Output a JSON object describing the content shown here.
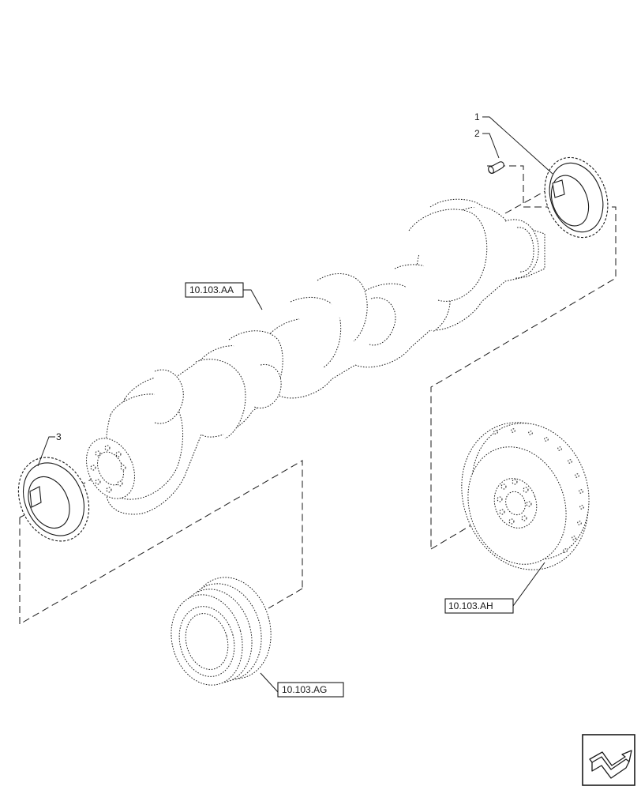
{
  "callouts": [
    {
      "id": "1",
      "text": "1"
    },
    {
      "id": "2",
      "text": "2"
    },
    {
      "id": "3",
      "text": "3"
    }
  ],
  "references": [
    {
      "id": "aa",
      "text": "10.103.AA"
    },
    {
      "id": "ah",
      "text": "10.103.AH"
    },
    {
      "id": "ag",
      "text": "10.103.AG"
    }
  ],
  "nav_icon": "next-page-arrow-icon"
}
